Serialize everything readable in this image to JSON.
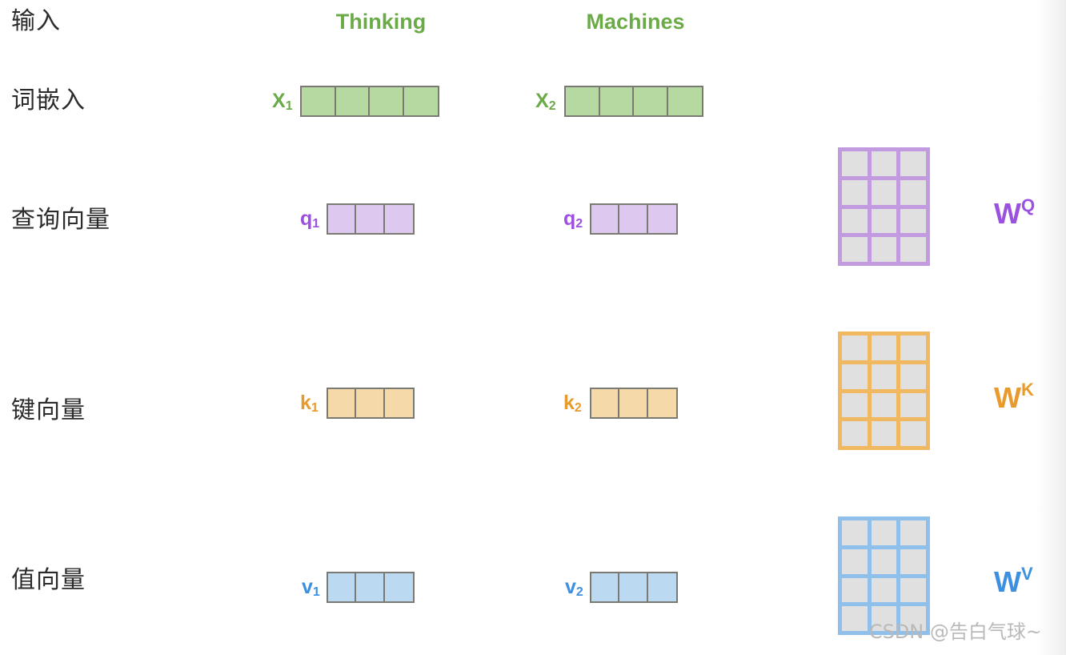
{
  "diagram": {
    "title": "Self-Attention Query Key Value computation",
    "row_labels": [
      {
        "id": "input",
        "text": "输入"
      },
      {
        "id": "embedding",
        "text": "词嵌入"
      },
      {
        "id": "query",
        "text": "查询向量"
      },
      {
        "id": "key",
        "text": "键向量"
      },
      {
        "id": "value",
        "text": "值向量"
      }
    ],
    "words": [
      {
        "id": "word-1",
        "text": "Thinking"
      },
      {
        "id": "word-2",
        "text": "Machines"
      }
    ],
    "vector_tags": {
      "x1": {
        "base": "X",
        "sub": "1"
      },
      "x2": {
        "base": "X",
        "sub": "2"
      },
      "q1": {
        "base": "q",
        "sub": "1"
      },
      "q2": {
        "base": "q",
        "sub": "2"
      },
      "k1": {
        "base": "k",
        "sub": "1"
      },
      "k2": {
        "base": "k",
        "sub": "2"
      },
      "v1": {
        "base": "v",
        "sub": "1"
      },
      "v2": {
        "base": "v",
        "sub": "2"
      }
    },
    "matrix_labels": {
      "wq": {
        "base": "W",
        "sup": "Q"
      },
      "wk": {
        "base": "W",
        "sup": "K"
      },
      "wv": {
        "base": "W",
        "sup": "V"
      }
    },
    "vector_cell_counts": {
      "embedding": 4,
      "query": 3,
      "key": 3,
      "value": 3
    },
    "matrix_dims": {
      "rows": 4,
      "cols": 3
    },
    "colors": {
      "green_fill": "#b5d9a0",
      "green_text": "#6aab48",
      "purple_fill": "#ddc9f0",
      "purple_text": "#9b51e0",
      "purple_border": "#c19ae0",
      "orange_fill": "#f6d9a8",
      "orange_text": "#e89b2c",
      "orange_border": "#f0b860",
      "blue_fill": "#bcd9f2",
      "blue_text": "#3d8fe0",
      "blue_border": "#8fc0ec",
      "cell_border": "#7a7a72",
      "matrix_cell": "#e0e0e0",
      "label_text": "#2b2b2b",
      "watermark": "#b9b9b9"
    },
    "watermark": "CSDN @告白气球~"
  }
}
